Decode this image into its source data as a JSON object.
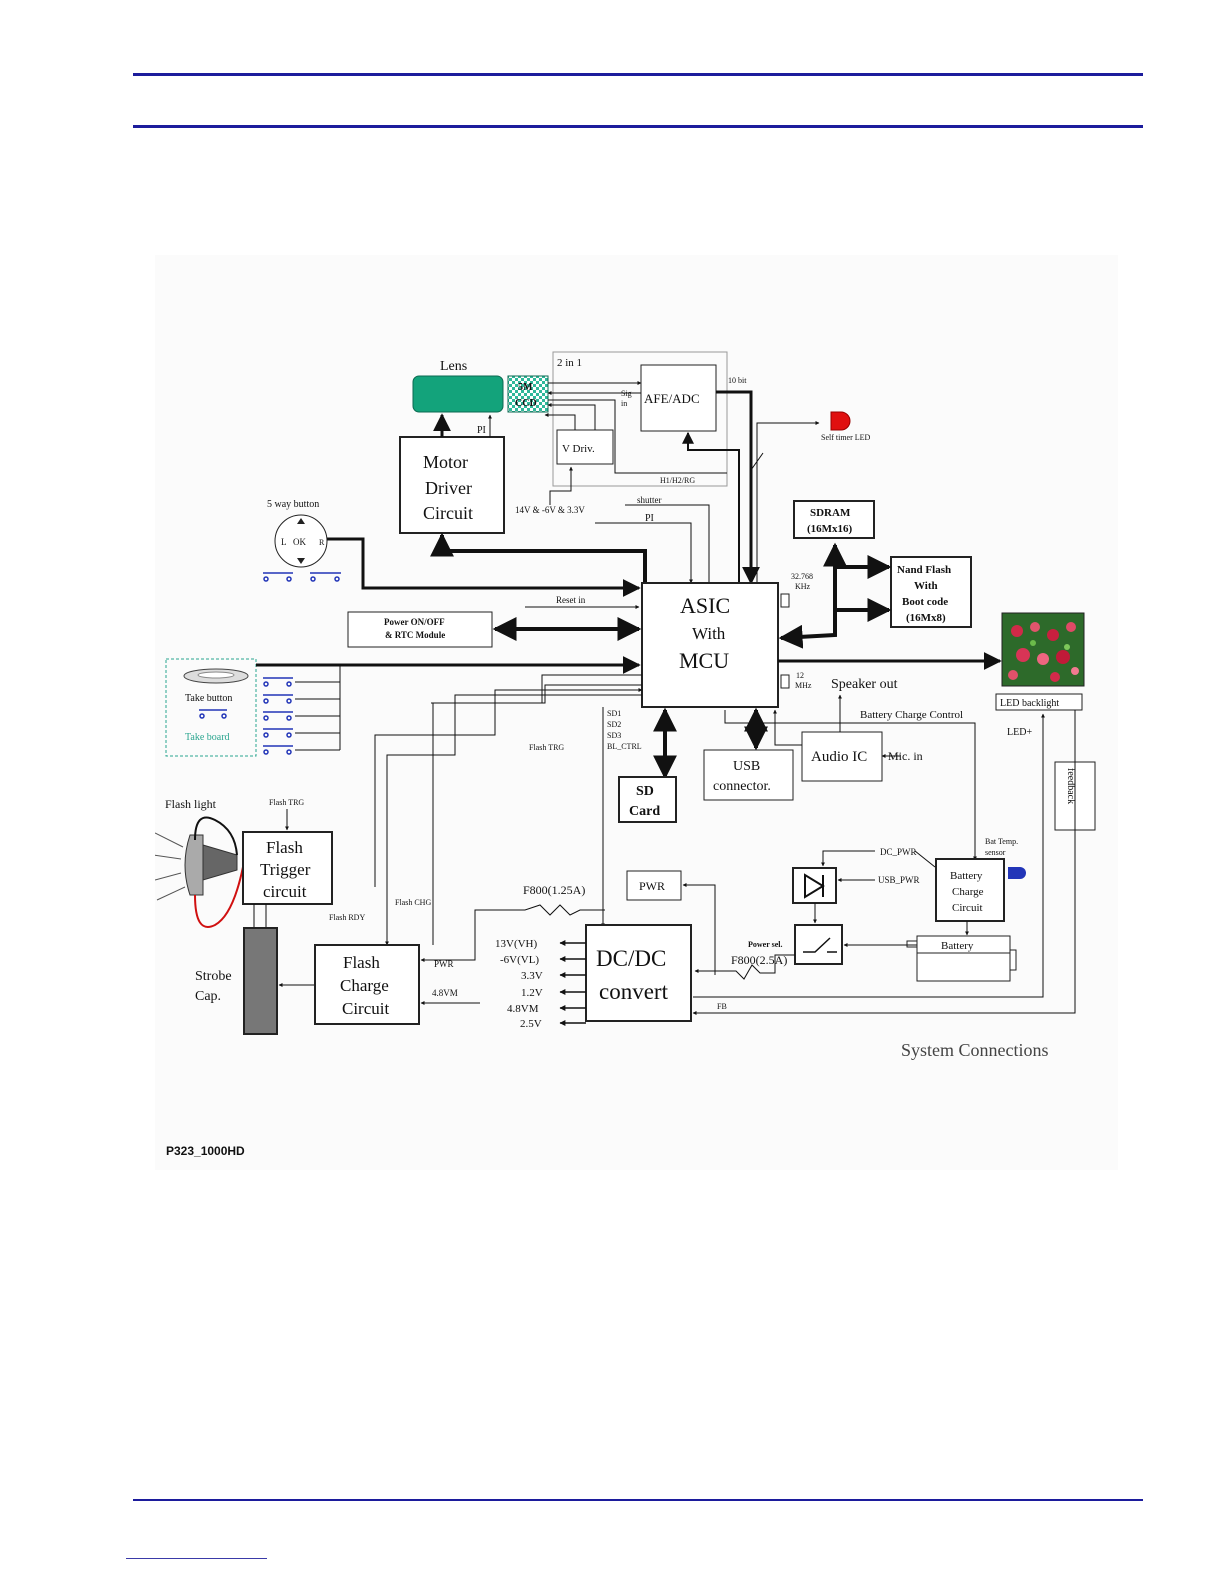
{
  "diagram": {
    "caption": "System Connections",
    "lens": "Lens",
    "ccd": [
      "5M",
      "CCD"
    ],
    "two_in_one": "2 in 1",
    "afe_adc": "AFE/ADC",
    "bits": "10 bit",
    "sig_in": [
      "Sig",
      "in"
    ],
    "v_driv": "V Driv.",
    "h1h2rg": "H1/H2/RG",
    "pi_top": "PI",
    "pi_mid": "PI",
    "shutter": "shutter",
    "voltages_ccd": "14V & -6V & 3.3V",
    "motor_driver": [
      "Motor",
      "Driver",
      "Circuit"
    ],
    "self_timer_led": "Self timer LED",
    "five_way": "5 way button",
    "five_way_keys": {
      "l": "L",
      "ok": "OK",
      "r": "R"
    },
    "sdram": [
      "SDRAM",
      "(16Mx16)"
    ],
    "nand": [
      "Nand Flash",
      "With",
      "Boot code",
      "(16Mx8)"
    ],
    "xtal_1": [
      "32.768",
      "KHz"
    ],
    "xtal_2": [
      "12",
      "MHz"
    ],
    "asic": [
      "ASIC",
      "With",
      "MCU"
    ],
    "reset_in": "Reset in",
    "power_onoff": [
      "Power ON/OFF",
      "& RTC Module"
    ],
    "speaker_out": "Speaker out",
    "battery_charge_control": "Battery Charge Control",
    "led_backlight": "LED backlight",
    "led_plus": "LED+",
    "feedback": "feedback",
    "take_button": "Take button",
    "take_board": "Take board",
    "flash_trg_1": "Flash TRG",
    "flash_trg_2": "Flash TRG",
    "sd_signals": [
      "SD1",
      "SD2",
      "SD3",
      "BL_CTRL"
    ],
    "sd_card": [
      "SD",
      "Card"
    ],
    "usb": [
      "USB",
      "connector."
    ],
    "audio_ic": "Audio IC",
    "mic_in": "Mic. in",
    "flash_light": "Flash light",
    "flash_trigger": [
      "Flash",
      "Trigger",
      "circuit"
    ],
    "flash_chg": "Flash CHG",
    "flash_rdy": "Flash RDY",
    "strobe_cap": [
      "Strobe",
      "Cap."
    ],
    "flash_charge": [
      "Flash",
      "Charge",
      "Circuit"
    ],
    "pwr_label": "PWR",
    "v48_in": "4.8VM",
    "f800_1": "F800(1.25A)",
    "f800_2": "F800(2.5A)",
    "pwr_box": "PWR",
    "dcdc": [
      "DC/DC",
      "convert"
    ],
    "outputs": [
      "13V(VH)",
      "-6V(VL)",
      "3.3V",
      "1.2V",
      "4.8VM",
      "2.5V"
    ],
    "fb": "FB",
    "dc_pwr": "DC_PWR",
    "usb_pwr": "USB_PWR",
    "power_sel": "Power sel.",
    "bat_temp": [
      "Bat Temp.",
      "sensor"
    ],
    "battery_charge": [
      "Battery",
      "Charge",
      "Circuit"
    ],
    "battery": "Battery"
  },
  "footer": {
    "code": "P323_1000HD"
  },
  "colors": {
    "rule": "#1c1c9c",
    "lens": "#13a37b",
    "ccd": "#2fb89a",
    "led_red": "#e01010",
    "take_green": "#2aa58f",
    "blue_sw": "#2235b8"
  }
}
